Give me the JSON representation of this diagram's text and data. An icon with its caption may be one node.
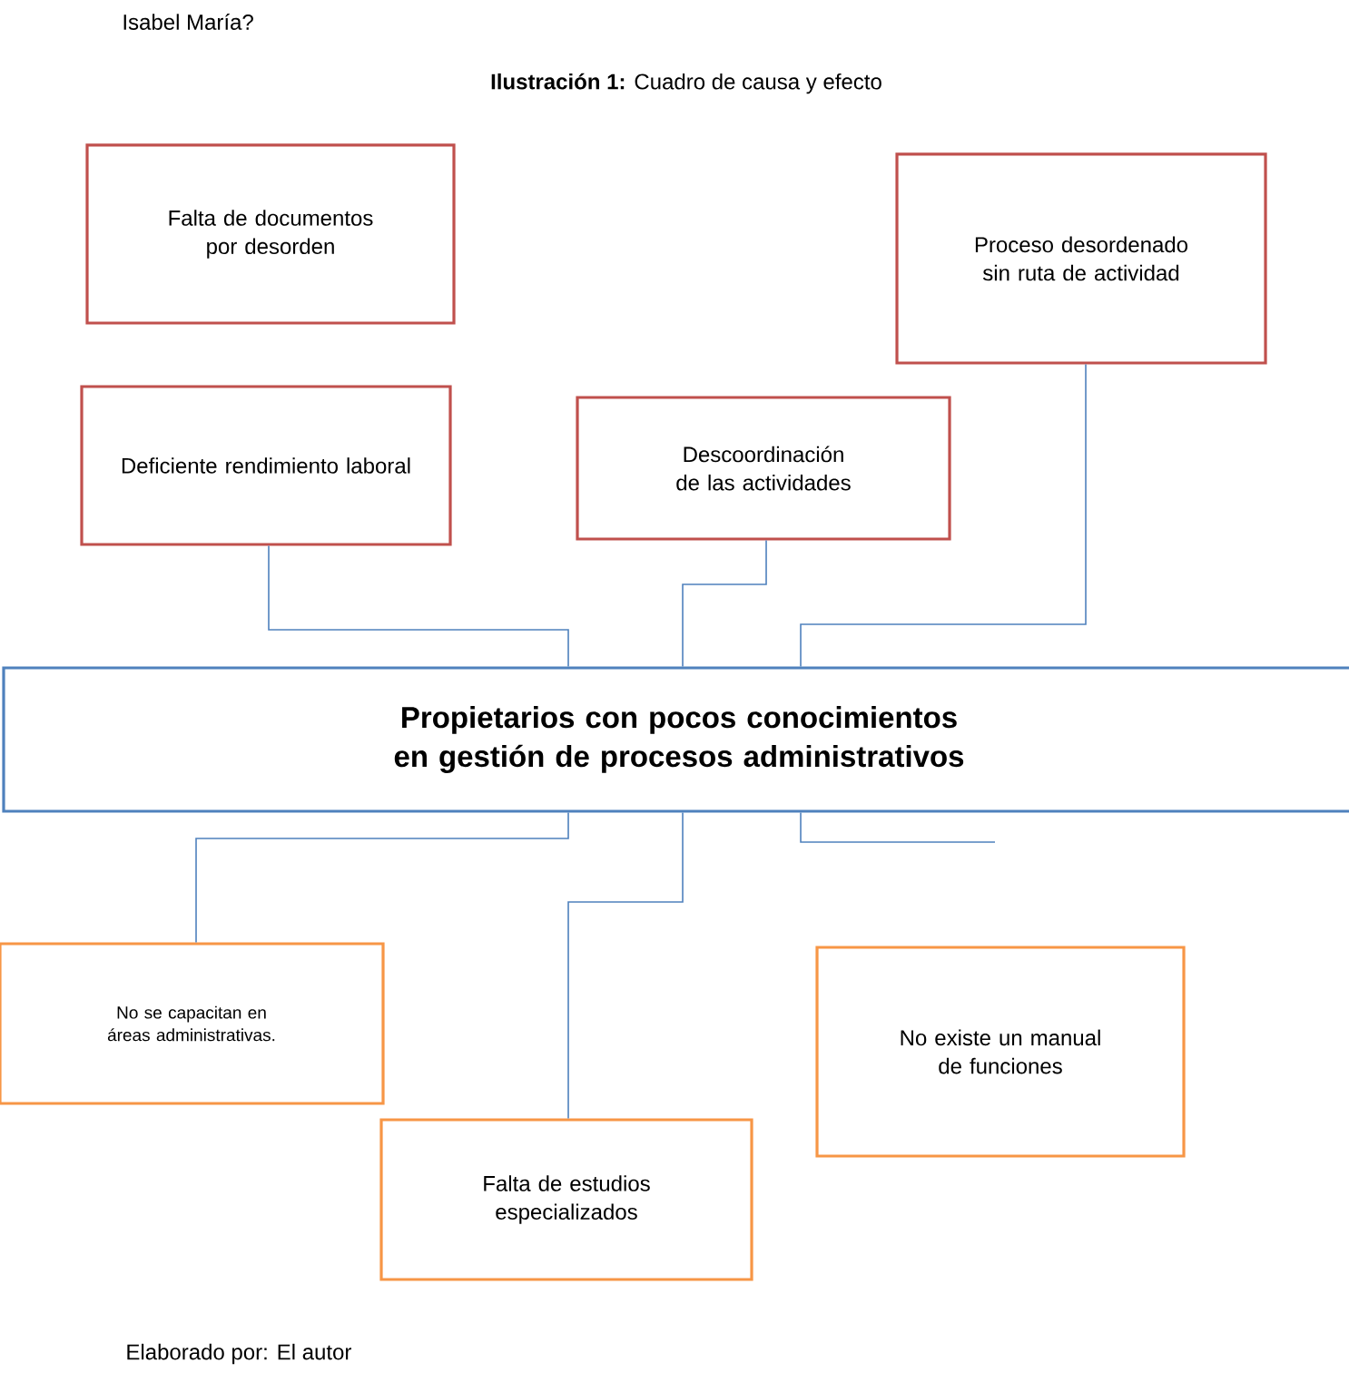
{
  "diagram": {
    "title": "**Ilustración 1:** Cuadro de causa y efecto",
    "caption": "Elaborado por: El autor",
    "nodes": [
      {
        "text": [
          "Falta de documentos por desorden"
        ]
      },
      {
        "text": [
          "Proceso desordenado sin ruta de actividad"
        ]
      },
      {
        "text": [
          "Deficiente rendimiento laboral"
        ]
      },
      {
        "text": [
          "Descoordinación de las actividades"
        ]
      },
      {
        "text": [
          "Propietarios con pocos conocimientos en gestión de procesos administrativos"
        ]
      },
      {
        "text": [
          "No se capacitan en áreas administrativas."
        ]
      },
      {
        "text": [
          "No existe un manual de funciones"
        ]
      },
      {
        "text": [
          "Falta de estudios especializados"
        ]
      }
    ],
    "edges": [
      {
        "from": 2,
        "to": 4,
        "arrow": "none"
      },
      {
        "from": 3,
        "to": 4,
        "arrow": "none"
      },
      {
        "from": 1,
        "to": 4,
        "arrow": "none"
      },
      {
        "from": 4,
        "to": 5,
        "arrow": "none"
      },
      {
        "from": 4,
        "to": 7,
        "arrow": "none"
      },
      {
        "from": 4,
        "to": null,
        "arrow": "none"
      }
    ],
    "labels": [
      "Isabel María?"
    ]
  }
}
